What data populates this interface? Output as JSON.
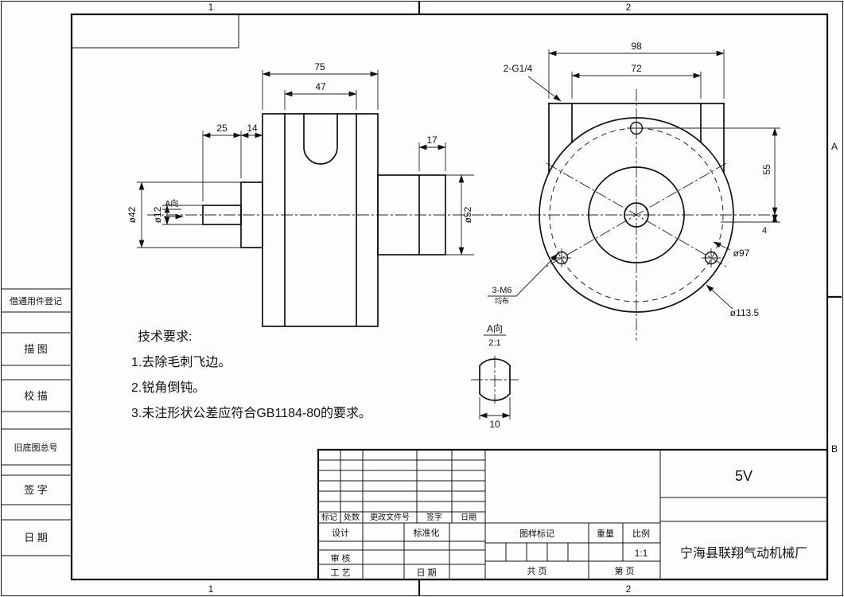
{
  "sheet": {
    "zones_top": [
      "1",
      "2"
    ],
    "zones_bottom": [
      "1",
      "2"
    ],
    "zones_right": [
      "A",
      "B"
    ]
  },
  "margin": {
    "register": "借通用件登记",
    "trace": "描 图",
    "proof": "校 描",
    "old_no": "旧底图总号",
    "sign": "签 字",
    "date": "日 期"
  },
  "tech": {
    "title": "技术要求:",
    "l1": "1.去除毛刺飞边。",
    "l2": "2.锐角倒钝。",
    "l3": "3.未注形状公差应符合GB1184-80的要求。"
  },
  "side": {
    "d75": "75",
    "d47": "47",
    "d25": "25",
    "d14": "14",
    "d17": "17",
    "dia42": "ø42",
    "dia12": "ø12",
    "dia52": "ø52",
    "aview": "A向"
  },
  "front": {
    "d98": "98",
    "d72": "72",
    "d55": "55",
    "d4": "4",
    "dia97": "ø97",
    "dia113": "ø113.5",
    "ports": "2-G1/4",
    "holes": "3-M6",
    "holes_note": "均布"
  },
  "detail": {
    "label": "A向",
    "scale": "2:1",
    "d10": "10"
  },
  "tb": {
    "code": "5V",
    "company": "宁海县联翔气动机械厂",
    "mark": "标记",
    "qty": "处数",
    "file": "更改文件号",
    "sign": "签字",
    "date": "日期",
    "design": "设计",
    "standard": "标准化",
    "audit": "审 核",
    "craft": "工 艺",
    "date2": "日 期",
    "stamp": "图样标记",
    "weight": "重量",
    "scale": "比例",
    "scale_val": "1:1",
    "total": "共  页",
    "page": "第  页"
  }
}
